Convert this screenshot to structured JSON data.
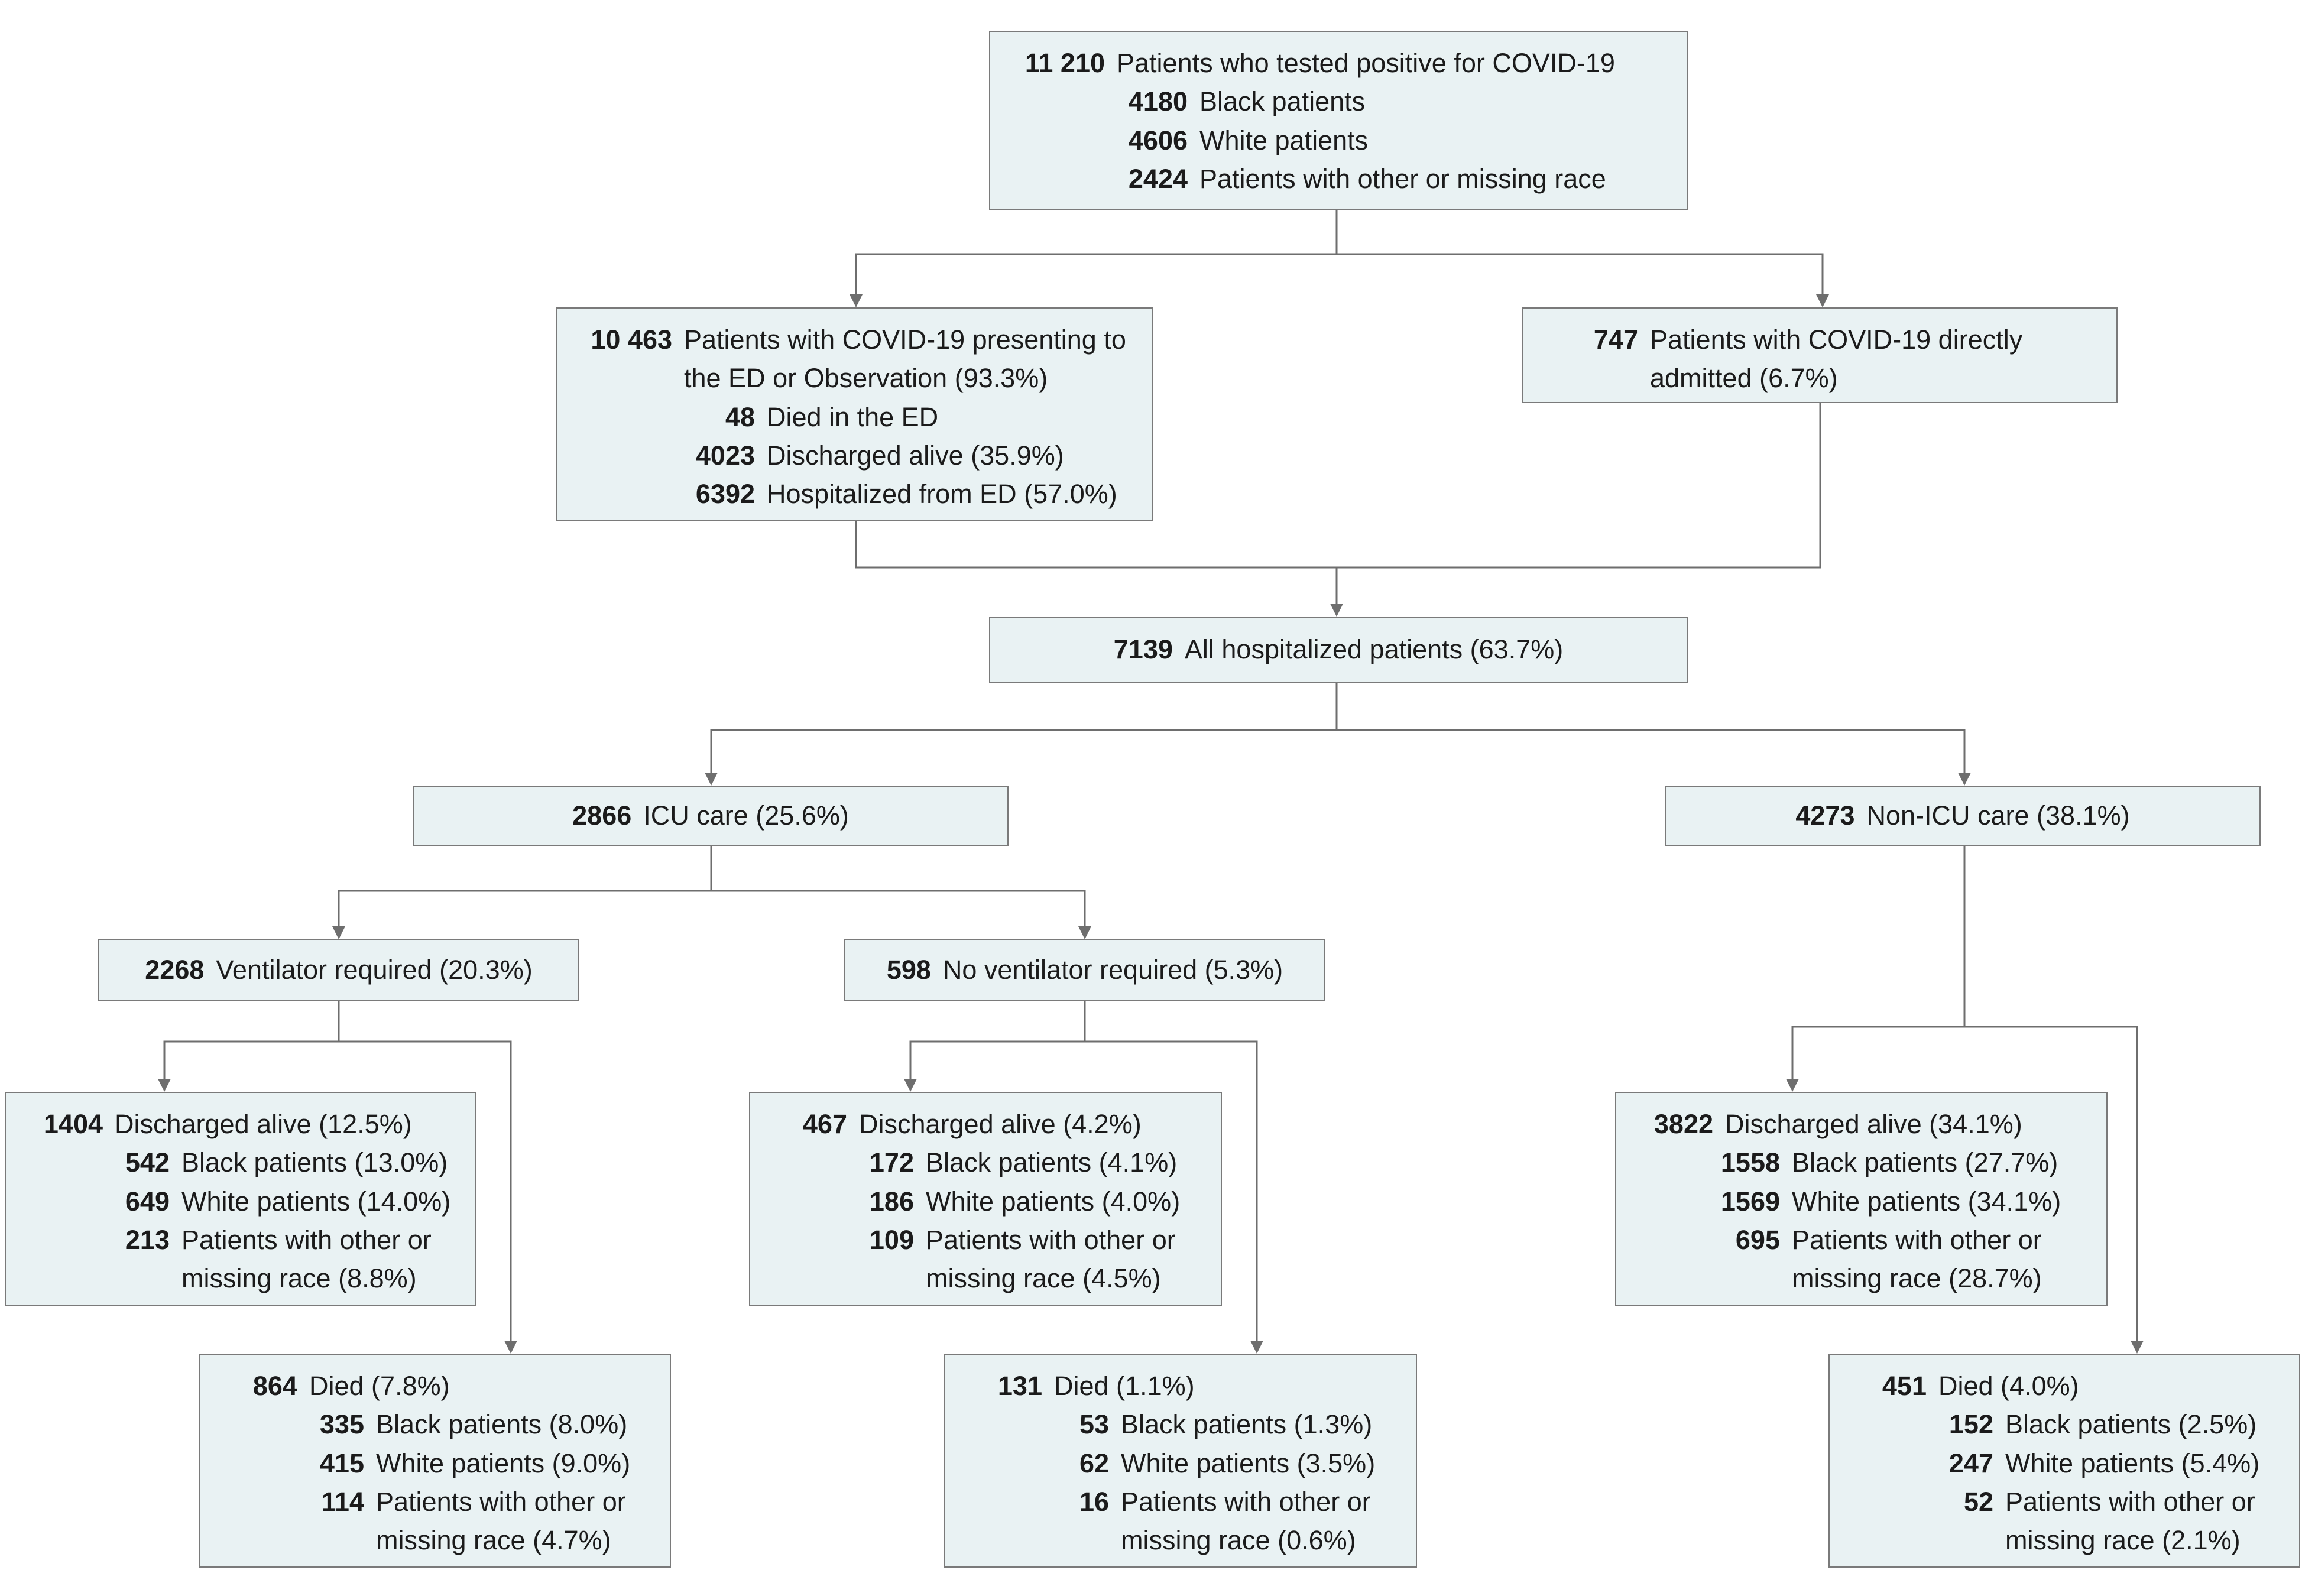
{
  "nodes": [
    {
      "id": "total",
      "lines": [
        {
          "n": "11 210",
          "t": "Patients who tested positive for COVID-19",
          "lvl": 0
        },
        {
          "n": "4180",
          "t": "Black patients",
          "lvl": 1
        },
        {
          "n": "4606",
          "t": "White patients",
          "lvl": 1
        },
        {
          "n": "2424",
          "t": "Patients with other or missing race",
          "lvl": 1
        }
      ]
    },
    {
      "id": "ed",
      "lines": [
        {
          "n": "10 463",
          "t": "Patients with COVID-19 presenting to the ED or Observation (93.3%)",
          "lvl": 0
        },
        {
          "n": "48",
          "t": "Died in the ED",
          "lvl": 1
        },
        {
          "n": "4023",
          "t": "Discharged alive (35.9%)",
          "lvl": 1
        },
        {
          "n": "6392",
          "t": "Hospitalized from ED (57.0%)",
          "lvl": 1
        }
      ]
    },
    {
      "id": "direct",
      "lines": [
        {
          "n": "747",
          "t": "Patients with COVID-19 directly admitted (6.7%)",
          "lvl": 0
        }
      ]
    },
    {
      "id": "hosp",
      "lines": [
        {
          "n": "7139",
          "t": "All hospitalized patients (63.7%)",
          "lvl": 0
        }
      ]
    },
    {
      "id": "icu",
      "lines": [
        {
          "n": "2866",
          "t": "ICU care (25.6%)",
          "lvl": 0
        }
      ]
    },
    {
      "id": "nonicu",
      "lines": [
        {
          "n": "4273",
          "t": "Non-ICU care (38.1%)",
          "lvl": 0
        }
      ]
    },
    {
      "id": "vent",
      "lines": [
        {
          "n": "2268",
          "t": "Ventilator required (20.3%)",
          "lvl": 0
        }
      ]
    },
    {
      "id": "novent",
      "lines": [
        {
          "n": "598",
          "t": "No ventilator required (5.3%)",
          "lvl": 0
        }
      ]
    },
    {
      "id": "vent_alive",
      "lines": [
        {
          "n": "1404",
          "t": "Discharged alive (12.5%)",
          "lvl": 0
        },
        {
          "n": "542",
          "t": "Black patients (13.0%)",
          "lvl": 1
        },
        {
          "n": "649",
          "t": "White patients (14.0%)",
          "lvl": 1
        },
        {
          "n": "213",
          "t": "Patients with other or missing race (8.8%)",
          "lvl": 1
        }
      ]
    },
    {
      "id": "vent_died",
      "lines": [
        {
          "n": "864",
          "t": "Died (7.8%)",
          "lvl": 0
        },
        {
          "n": "335",
          "t": "Black patients (8.0%)",
          "lvl": 1
        },
        {
          "n": "415",
          "t": "White patients (9.0%)",
          "lvl": 1
        },
        {
          "n": "114",
          "t": "Patients with other or missing race (4.7%)",
          "lvl": 1
        }
      ]
    },
    {
      "id": "novent_alive",
      "lines": [
        {
          "n": "467",
          "t": "Discharged alive (4.2%)",
          "lvl": 0
        },
        {
          "n": "172",
          "t": "Black patients (4.1%)",
          "lvl": 1
        },
        {
          "n": "186",
          "t": "White patients (4.0%)",
          "lvl": 1
        },
        {
          "n": "109",
          "t": "Patients with other or missing race (4.5%)",
          "lvl": 1
        }
      ]
    },
    {
      "id": "novent_died",
      "lines": [
        {
          "n": "131",
          "t": "Died (1.1%)",
          "lvl": 0
        },
        {
          "n": "53",
          "t": "Black patients (1.3%)",
          "lvl": 1
        },
        {
          "n": "62",
          "t": "White patients (3.5%)",
          "lvl": 1
        },
        {
          "n": "16",
          "t": "Patients with other or missing race (0.6%)",
          "lvl": 1
        }
      ]
    },
    {
      "id": "nonicu_alive",
      "lines": [
        {
          "n": "3822",
          "t": "Discharged alive (34.1%)",
          "lvl": 0
        },
        {
          "n": "1558",
          "t": "Black patients (27.7%)",
          "lvl": 1
        },
        {
          "n": "1569",
          "t": "White patients (34.1%)",
          "lvl": 1
        },
        {
          "n": "695",
          "t": "Patients with other or missing race (28.7%)",
          "lvl": 1
        }
      ]
    },
    {
      "id": "nonicu_died",
      "lines": [
        {
          "n": "451",
          "t": "Died (4.0%)",
          "lvl": 0
        },
        {
          "n": "152",
          "t": "Black patients (2.5%)",
          "lvl": 1
        },
        {
          "n": "247",
          "t": "White patients (5.4%)",
          "lvl": 1
        },
        {
          "n": "52",
          "t": "Patients with other or missing race (2.1%)",
          "lvl": 1
        }
      ]
    }
  ],
  "edges": [
    {
      "from": "total",
      "to": "ed"
    },
    {
      "from": "total",
      "to": "direct"
    },
    {
      "from": "ed",
      "to": "hosp"
    },
    {
      "from": "direct",
      "to": "hosp"
    },
    {
      "from": "hosp",
      "to": "icu"
    },
    {
      "from": "hosp",
      "to": "nonicu"
    },
    {
      "from": "icu",
      "to": "vent"
    },
    {
      "from": "icu",
      "to": "novent"
    },
    {
      "from": "vent",
      "to": "vent_alive"
    },
    {
      "from": "vent",
      "to": "vent_died"
    },
    {
      "from": "novent",
      "to": "novent_alive"
    },
    {
      "from": "novent",
      "to": "novent_died"
    },
    {
      "from": "nonicu",
      "to": "nonicu_alive"
    },
    {
      "from": "nonicu",
      "to": "nonicu_died"
    }
  ],
  "colors": {
    "box_fill": "#e9f2f3",
    "box_border": "#7a7a7a",
    "connector": "#6e6e6e",
    "text": "#1b1b1b"
  }
}
